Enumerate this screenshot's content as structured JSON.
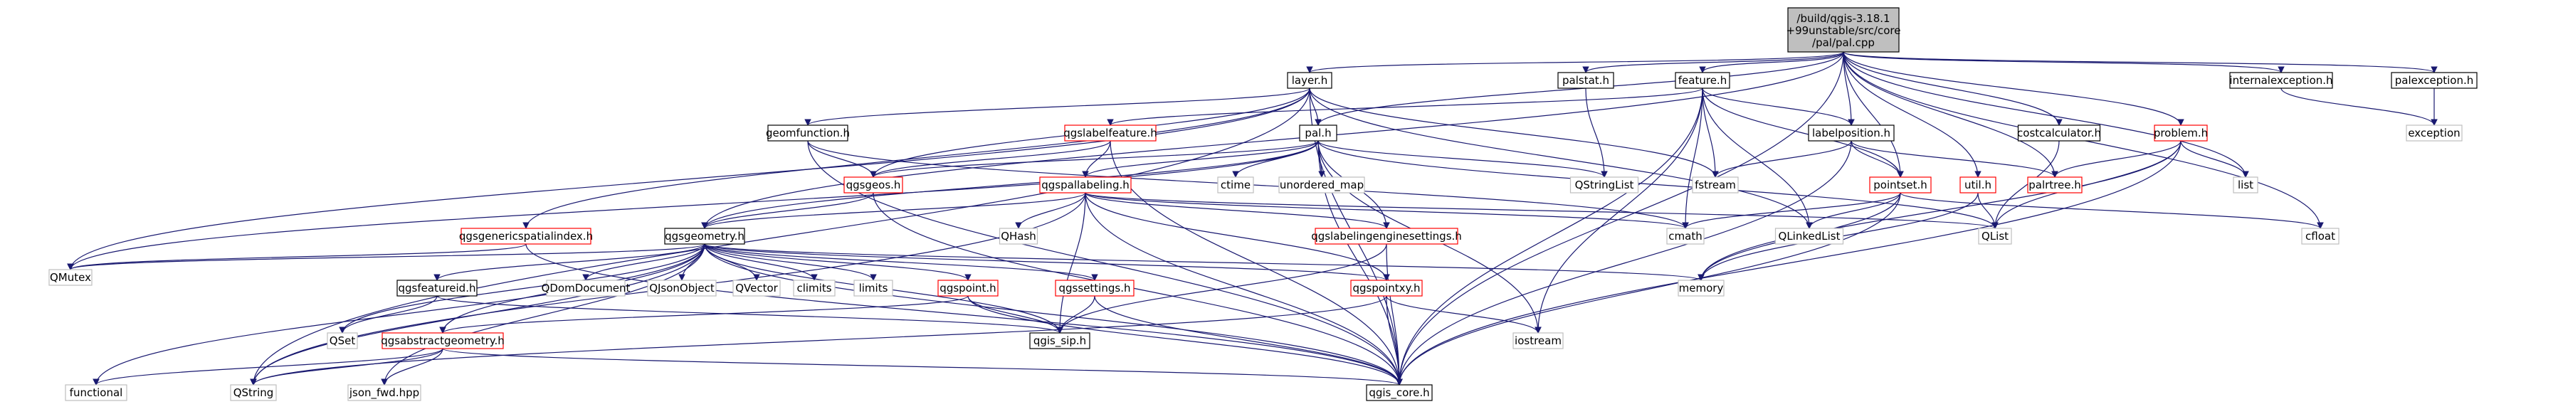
{
  "root": {
    "label_line1": "/build/qgis-3.18.1",
    "label_line2": "+99unstable/src/core",
    "label_line3": "/pal/pal.cpp"
  },
  "colors": {
    "edge": "#191970",
    "root_fill": "#bfbfbf",
    "internal_border": "#000000",
    "truncated_border": "#ff0000",
    "external_border": "#bfbfbf",
    "external_text": "#000000"
  },
  "nodes": {
    "layer_h": "layer.h",
    "palstat_h": "palstat.h",
    "feature_h": "feature.h",
    "internalexception_h": "internalexception.h",
    "palexception_h": "palexception.h",
    "geomfunction_h": "geomfunction.h",
    "pal_h": "pal.h",
    "qgslabelfeature_h": "qgslabelfeature.h",
    "labelposition_h": "labelposition.h",
    "costcalculator_h": "costcalculator.h",
    "problem_h": "problem.h",
    "qgsgeos_h": "qgsgeos.h",
    "qgspallabeling_h": "qgspallabeling.h",
    "ctime": "ctime",
    "unordered_map": "unordered_map",
    "qstringlist": "QStringList",
    "fstream": "fstream",
    "pointset_h": "pointset.h",
    "util_h": "util.h",
    "palrtree_h": "palrtree.h",
    "list": "list",
    "exception": "exception",
    "qgsgenericspatialindex_h": "qgsgenericspatialindex.h",
    "qgsgeometry_h": "qgsgeometry.h",
    "qhash": "QHash",
    "qgslabelingenginesettings_h": "qgslabelingenginesettings.h",
    "cmath": "cmath",
    "qlinkedlist": "QLinkedList",
    "qlist": "QList",
    "cfloat": "cfloat",
    "qmutex": "QMutex",
    "qgsfeatureid_h": "qgsfeatureid.h",
    "qdomdocument": "QDomDocument",
    "qjsonobject": "QJsonObject",
    "qvector": "QVector",
    "climits": "climits",
    "limits": "limits",
    "qgspoint_h": "qgspoint.h",
    "qgssettings_h": "qgssettings.h",
    "qgspointxy_h": "qgspointxy.h",
    "memory": "memory",
    "qset": "QSet",
    "qgsabstractgeometry_h": "qgsabstractgeometry.h",
    "qgis_sip_h": "qgis_sip.h",
    "iostream": "iostream",
    "functional": "functional",
    "qstring": "QString",
    "json_fwd_hpp": "json_fwd.hpp",
    "qgis_core_h": "qgis_core.h"
  }
}
